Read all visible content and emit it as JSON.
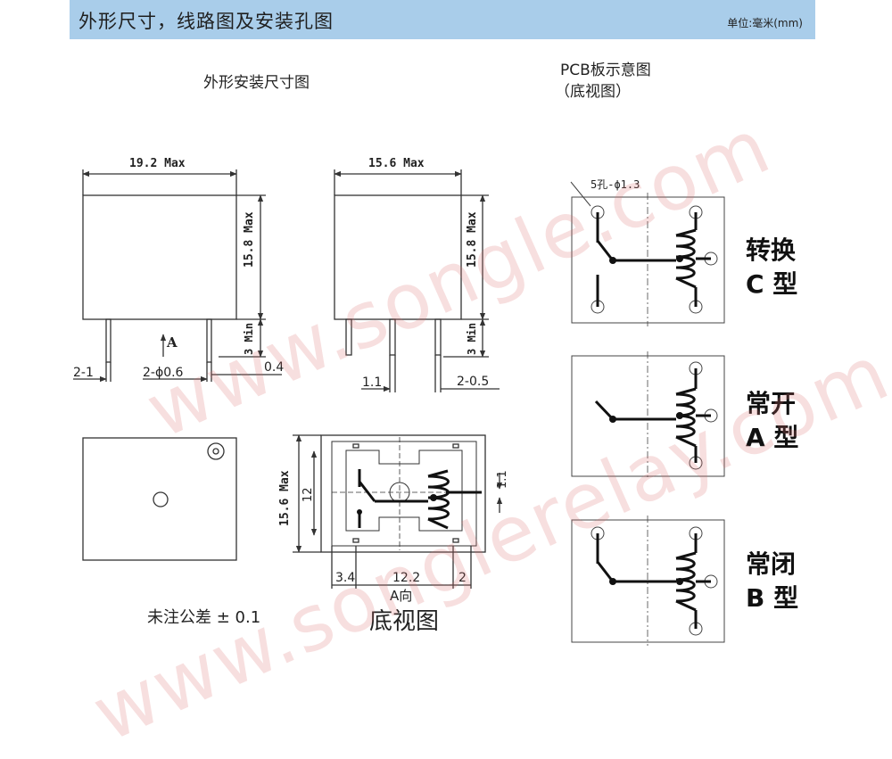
{
  "header": {
    "title": "外形尺寸，线路图及安装孔图",
    "unit": "单位:毫米(mm)"
  },
  "left_section": {
    "title": "外形安装尺寸图"
  },
  "right_section": {
    "title": "PCB板示意图",
    "subtitle": "（底视图）",
    "hole_note": "5孔-ϕ1.3"
  },
  "dimensions": {
    "front_width": "19.2 Max",
    "front_height": "15.8 Max",
    "front_pin": "3 Min",
    "front_pin_pitch": "2-1",
    "front_pin_dia": "2-ϕ0.6",
    "front_offset": "0.4",
    "front_arrow": "A",
    "side_width": "15.6 Max",
    "side_height": "15.8 Max",
    "side_pin": "3 Min",
    "side_pin_a": "1.1",
    "side_pin_b": "2-0.5",
    "bottom_height": "15.6 Max",
    "bottom_inner": "12",
    "bottom_pin_gap": "1.1",
    "bottom_left": "3.4",
    "bottom_mid": "12.2",
    "bottom_right": "2",
    "view_label": "A向",
    "view_title": "底视图",
    "tolerance": "未注公差 ± 0.1"
  },
  "types": [
    {
      "line1": "转换",
      "line2": "C 型"
    },
    {
      "line1": "常开",
      "line2": "A 型"
    },
    {
      "line1": "常闭",
      "line2": "B 型"
    }
  ],
  "watermark": {
    "lines": [
      "www.songle.com",
      "www.songlerelay.com"
    ],
    "color": "#dc6e6e"
  }
}
